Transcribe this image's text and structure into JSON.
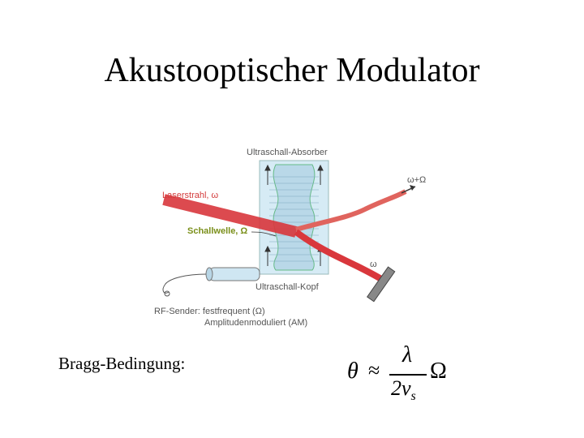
{
  "slide": {
    "title": "Akustooptischer Modulator",
    "bragg_label": "Bragg-Bedingung:"
  },
  "diagram": {
    "labels": {
      "absorber": "Ultraschall-Absorber",
      "laser": "Laserstrahl, ω",
      "sound_wave": "Schallwelle, Ω",
      "out_shifted": "ω+Ω",
      "out_direct": "ω",
      "head": "Ultraschall-Kopf",
      "rf_line1": "RF-Sender: festfrequent (Ω)",
      "rf_line2": "Amplitudenmoduliert (AM)"
    },
    "colors": {
      "laser": "#d9373c",
      "crystal": "#cfe6f2",
      "sound": "#a8cde0",
      "label_red": "#d33a3a",
      "label_green": "#7a8f1a"
    }
  },
  "formula": {
    "lhs": "θ",
    "approx": "≈",
    "numerator": "λ",
    "denominator": "2v",
    "subscript": "s",
    "rhs": "Ω"
  }
}
